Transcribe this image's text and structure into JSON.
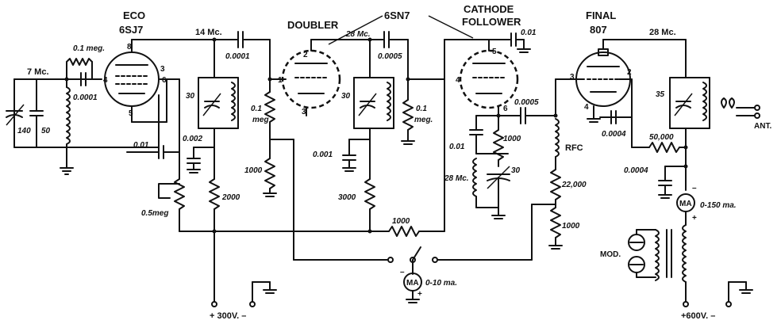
{
  "tubes": {
    "eco": {
      "role": "ECO",
      "type": "6SJ7",
      "pins": [
        "8",
        "3",
        "6",
        "4",
        "5"
      ]
    },
    "doubler": {
      "role": "DOUBLER",
      "pins": [
        "2",
        "1",
        "3"
      ]
    },
    "tube_type_shared": "6SN7",
    "cathode_follower": {
      "role1": "CATHODE",
      "role2": "FOLLOWER",
      "pins": [
        "5",
        "4",
        "6"
      ]
    },
    "final": {
      "role": "FINAL",
      "type": "807",
      "pins": [
        "3",
        "2",
        "4"
      ]
    }
  },
  "frequencies": {
    "input": "7 Mc.",
    "stage1": "14 Mc.",
    "stage2": "28 Mc.",
    "cf_tank": "28 Mc.",
    "output": "28 Mc."
  },
  "components": {
    "c140": "140",
    "c50": "50",
    "r_grid_leak": "0.1 meg.",
    "c_grid": "0.0001",
    "c_coupling1": "0.01",
    "pot": "0.5meg",
    "c_tank1": "30",
    "c_out1": "0.0001",
    "r_doubler_grid": "0.1",
    "r_doubler_grid_unit": "meg",
    "c_bypass1": "0.002",
    "r_dropping1": "2000",
    "r_cathode1": "1000",
    "c_tank2": "30",
    "c_out2": "0.0005",
    "r_cf_grid": "0.1",
    "r_cf_grid_unit": "meg.",
    "c_bypass2": "0.001",
    "r_dropping2": "3000",
    "r_series": "1000",
    "c_cf_bypass": "0.01",
    "c_cf_tank_bypass": "0.01",
    "r_cf_cathode": "1000",
    "c_cf_tank": "30",
    "c_cf_out": "0.0005",
    "rfc": "RFC",
    "r_final_grid1": "22,000",
    "r_final_grid2": "1000",
    "c_final_screen": "0.0004",
    "c_final_tank": "35",
    "r_final_screen": "50,000",
    "c_final_bypass": "0.0004"
  },
  "meters": {
    "grid_meter": "MA",
    "grid_range": "0-10 ma.",
    "plate_meter": "MA",
    "plate_range": "0-150 ma.",
    "minus": "–",
    "plus": "+"
  },
  "supplies": {
    "low": "+ 300V. –",
    "high": "+600V. –"
  },
  "other": {
    "antenna": "ANT.",
    "modulator": "MOD."
  }
}
